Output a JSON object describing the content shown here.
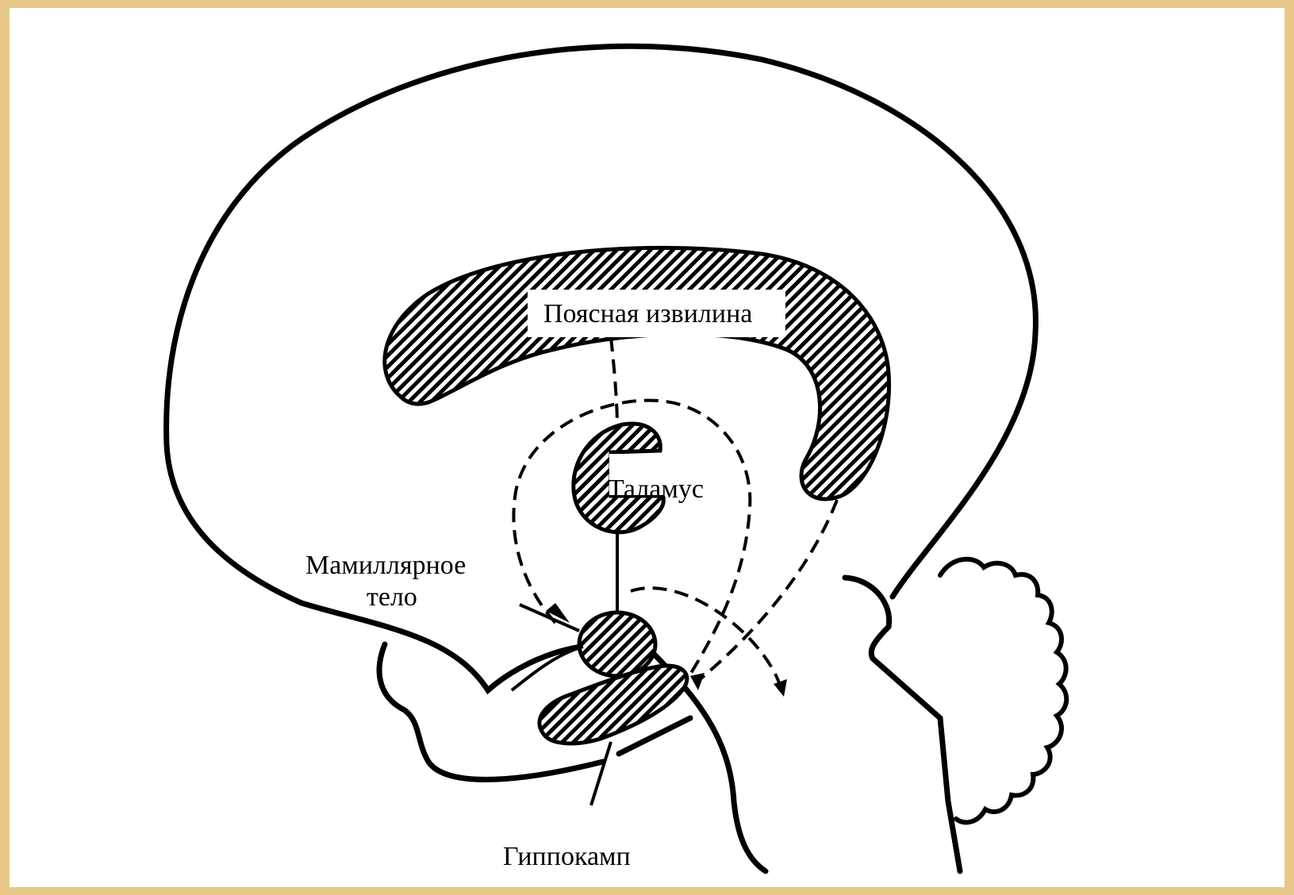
{
  "labels": {
    "cingulate": "Поясная извилина",
    "thalamus": "Таламус",
    "mamillary_line1": "Мамиллярное",
    "mamillary_line2": "тело",
    "hippocampus": "Гиппокамп"
  },
  "colors": {
    "frame": "#e8c98a",
    "background": "#ffffff",
    "ink": "#000000"
  }
}
